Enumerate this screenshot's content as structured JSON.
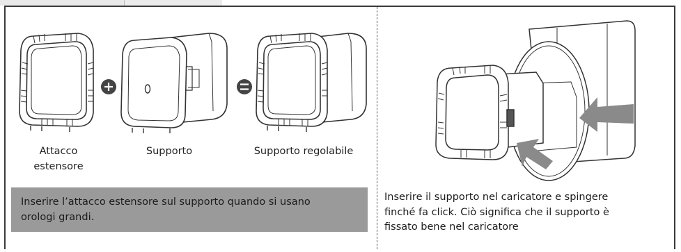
{
  "left_panel": {
    "labels": {
      "extender": [
        "Attacco",
        "estensore"
      ],
      "support": "Supporto",
      "adjustable": "Supporto regolabile"
    },
    "operators": {
      "plus": "+",
      "equals": "="
    },
    "note": [
      "Inserire l’attacco estensore sul supporto quando si usano",
      "orologi grandi."
    ]
  },
  "right_panel": {
    "note": [
      "Inserire il supporto nel caricatore e spingere",
      "finché fa click. Ciò significa che il supporto è",
      "fissato bene nel caricatore"
    ]
  },
  "colors": {
    "note_bg": "#9a9a9a",
    "border": "#3a3a3a",
    "arrow": "#8a8a8a"
  }
}
